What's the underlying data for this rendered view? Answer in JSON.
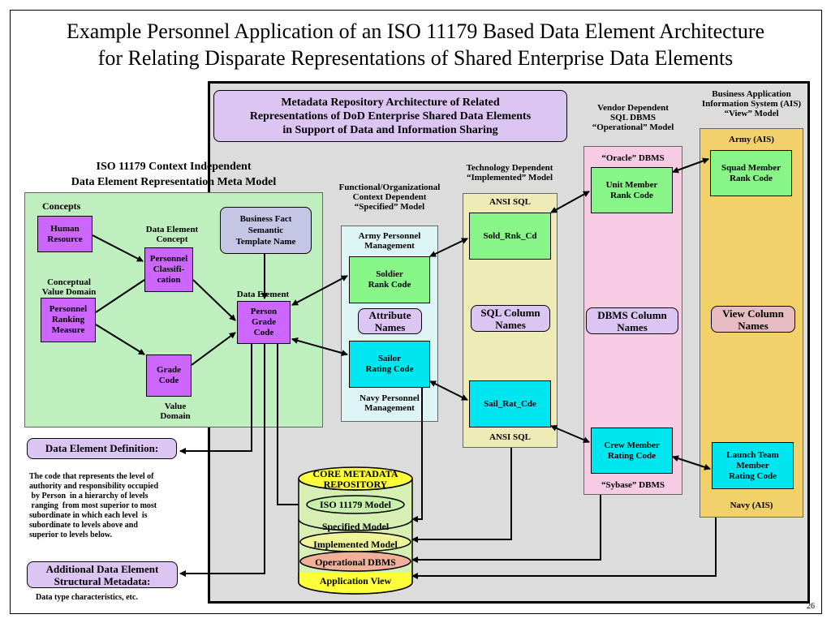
{
  "title": {
    "line1": "Example Personnel Application of  an ISO 11179 Based Data Element Architecture",
    "line2": "for Relating Disparate Representations of Shared Enterprise Data Elements"
  },
  "banner": {
    "line1": "Metadata Repository Architecture of Related",
    "line2": "Representations of DoD Enterprise Shared Data Elements",
    "line3": "in Support of Data and Information Sharing"
  },
  "meta_model": {
    "heading1": "ISO 11179  Context Independent",
    "heading2": "Data Element Representation  Meta Model",
    "concepts_label": "Concepts",
    "human_resource": [
      "Human",
      "Resource"
    ],
    "dec_label": [
      "Data Element",
      "Concept"
    ],
    "personnel_classification": [
      "Personnel",
      "Classifi-",
      "cation"
    ],
    "cvd_label": [
      "Conceptual",
      "Value Domain"
    ],
    "personnel_ranking": [
      "Personnel",
      "Ranking",
      "Measure"
    ],
    "grade_code": [
      "Grade",
      "Code"
    ],
    "value_domain_label": [
      "Value",
      "Domain"
    ],
    "business_fact": [
      "Business Fact",
      "Semantic",
      "Template  Name"
    ],
    "data_element_label": "Data Element",
    "person_grade_code": [
      "Person",
      "Grade",
      "Code"
    ]
  },
  "specified": {
    "heading": [
      "Functional/Organizational",
      "Context Dependent",
      "“Specified” Model"
    ],
    "army_label": [
      "Army Personnel",
      "Management"
    ],
    "soldier": [
      "Soldier",
      "Rank Code"
    ],
    "attribute_names": [
      "Attribute",
      "Names"
    ],
    "sailor": [
      "Sailor",
      "Rating Code"
    ],
    "navy_label": [
      "Navy Personnel",
      "Management"
    ]
  },
  "implemented": {
    "heading": [
      "Technology Dependent",
      "“Implemented” Model"
    ],
    "ansi_top": "ANSI  SQL",
    "sold_rnk_cd": "Sold_Rnk_Cd",
    "sql_column_names": [
      "SQL Column",
      "Names"
    ],
    "sail_rat_cde": "Sail_Rat_Cde",
    "ansi_bottom": "ANSI  SQL"
  },
  "operational": {
    "heading": [
      "Vendor Dependent",
      "SQL DBMS",
      "“Operational” Model"
    ],
    "oracle_label": "“Oracle” DBMS",
    "unit_member": [
      "Unit Member",
      "Rank Code"
    ],
    "dbms_column_names": [
      "DBMS  Column",
      "Names"
    ],
    "crew_member": [
      "Crew Member",
      "Rating Code"
    ],
    "sybase_label": "“Sybase” DBMS"
  },
  "view": {
    "heading": [
      "Business Application",
      "Information System (AIS)",
      "“View” Model"
    ],
    "army_ais": "Army  (AIS)",
    "squad_member": [
      "Squad Member",
      "Rank Code"
    ],
    "view_column_names": [
      "View Column",
      "Names"
    ],
    "launch_team": [
      "Launch Team",
      "Member",
      "Rating Code"
    ],
    "navy_ais": "Navy  (AIS)"
  },
  "definition": {
    "label": "Data Element Definition:",
    "text": "The code that represents the level of\nauthority and responsibility occupied\n by Person  in a hierarchy of levels\n ranging  from most superior to most\nsubordinate in which each level  is\nsubordinate to levels above and\nsuperior to levels below."
  },
  "structural": {
    "label": [
      "Additional Data Element",
      "Structural Metadata:"
    ],
    "text": "Data type characteristics, etc."
  },
  "repository": {
    "title": [
      "CORE METADATA",
      "REPOSITORY"
    ],
    "layers": [
      "ISO 11179 Model",
      "Specified Model",
      "Implemented Model",
      "Operational DBMS",
      "Application View"
    ]
  },
  "page_number": "26",
  "colors": {
    "purple_box": "#cc66ff",
    "green_box": "#88f588",
    "cyan_box": "#00e6f0",
    "green_region": "#bfeebf",
    "pink_region": "#f6cbe3",
    "orange_region": "#f3d16a",
    "cream_region": "#efebb6"
  }
}
